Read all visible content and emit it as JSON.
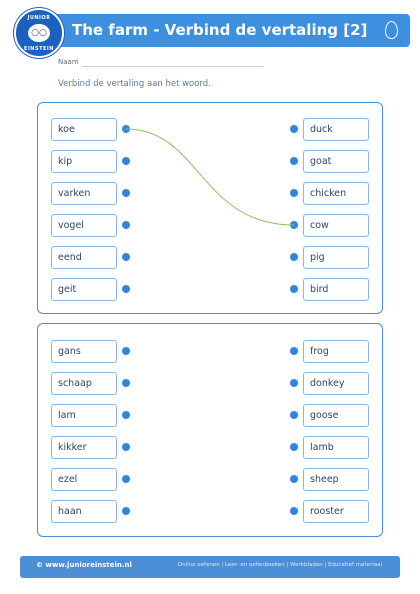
{
  "header": {
    "title": "The farm - Verbind de vertaling [2]",
    "logo_text_top": "JUNIOR",
    "logo_text_bottom": "EINSTEIN",
    "accent_color": "#3d8fe0"
  },
  "form": {
    "name_label": "Naam"
  },
  "instruction": "Verbind de vertaling aan het woord.",
  "exercise_1": {
    "left_words": [
      "koe",
      "kip",
      "varken",
      "vogel",
      "eend",
      "geit"
    ],
    "right_words": [
      "duck",
      "goat",
      "chicken",
      "cow",
      "pig",
      "bird"
    ],
    "example_connection": {
      "from": "koe",
      "to": "cow"
    }
  },
  "exercise_2": {
    "left_words": [
      "gans",
      "schaap",
      "lam",
      "kikker",
      "ezel",
      "haan"
    ],
    "right_words": [
      "frog",
      "donkey",
      "goose",
      "lamb",
      "sheep",
      "rooster"
    ]
  },
  "footer": {
    "site": "© www.junioreinstein.nl",
    "links": "Online oefenen | Leer- en oefenboeken | Werkbladen | Educatief materiaal"
  }
}
